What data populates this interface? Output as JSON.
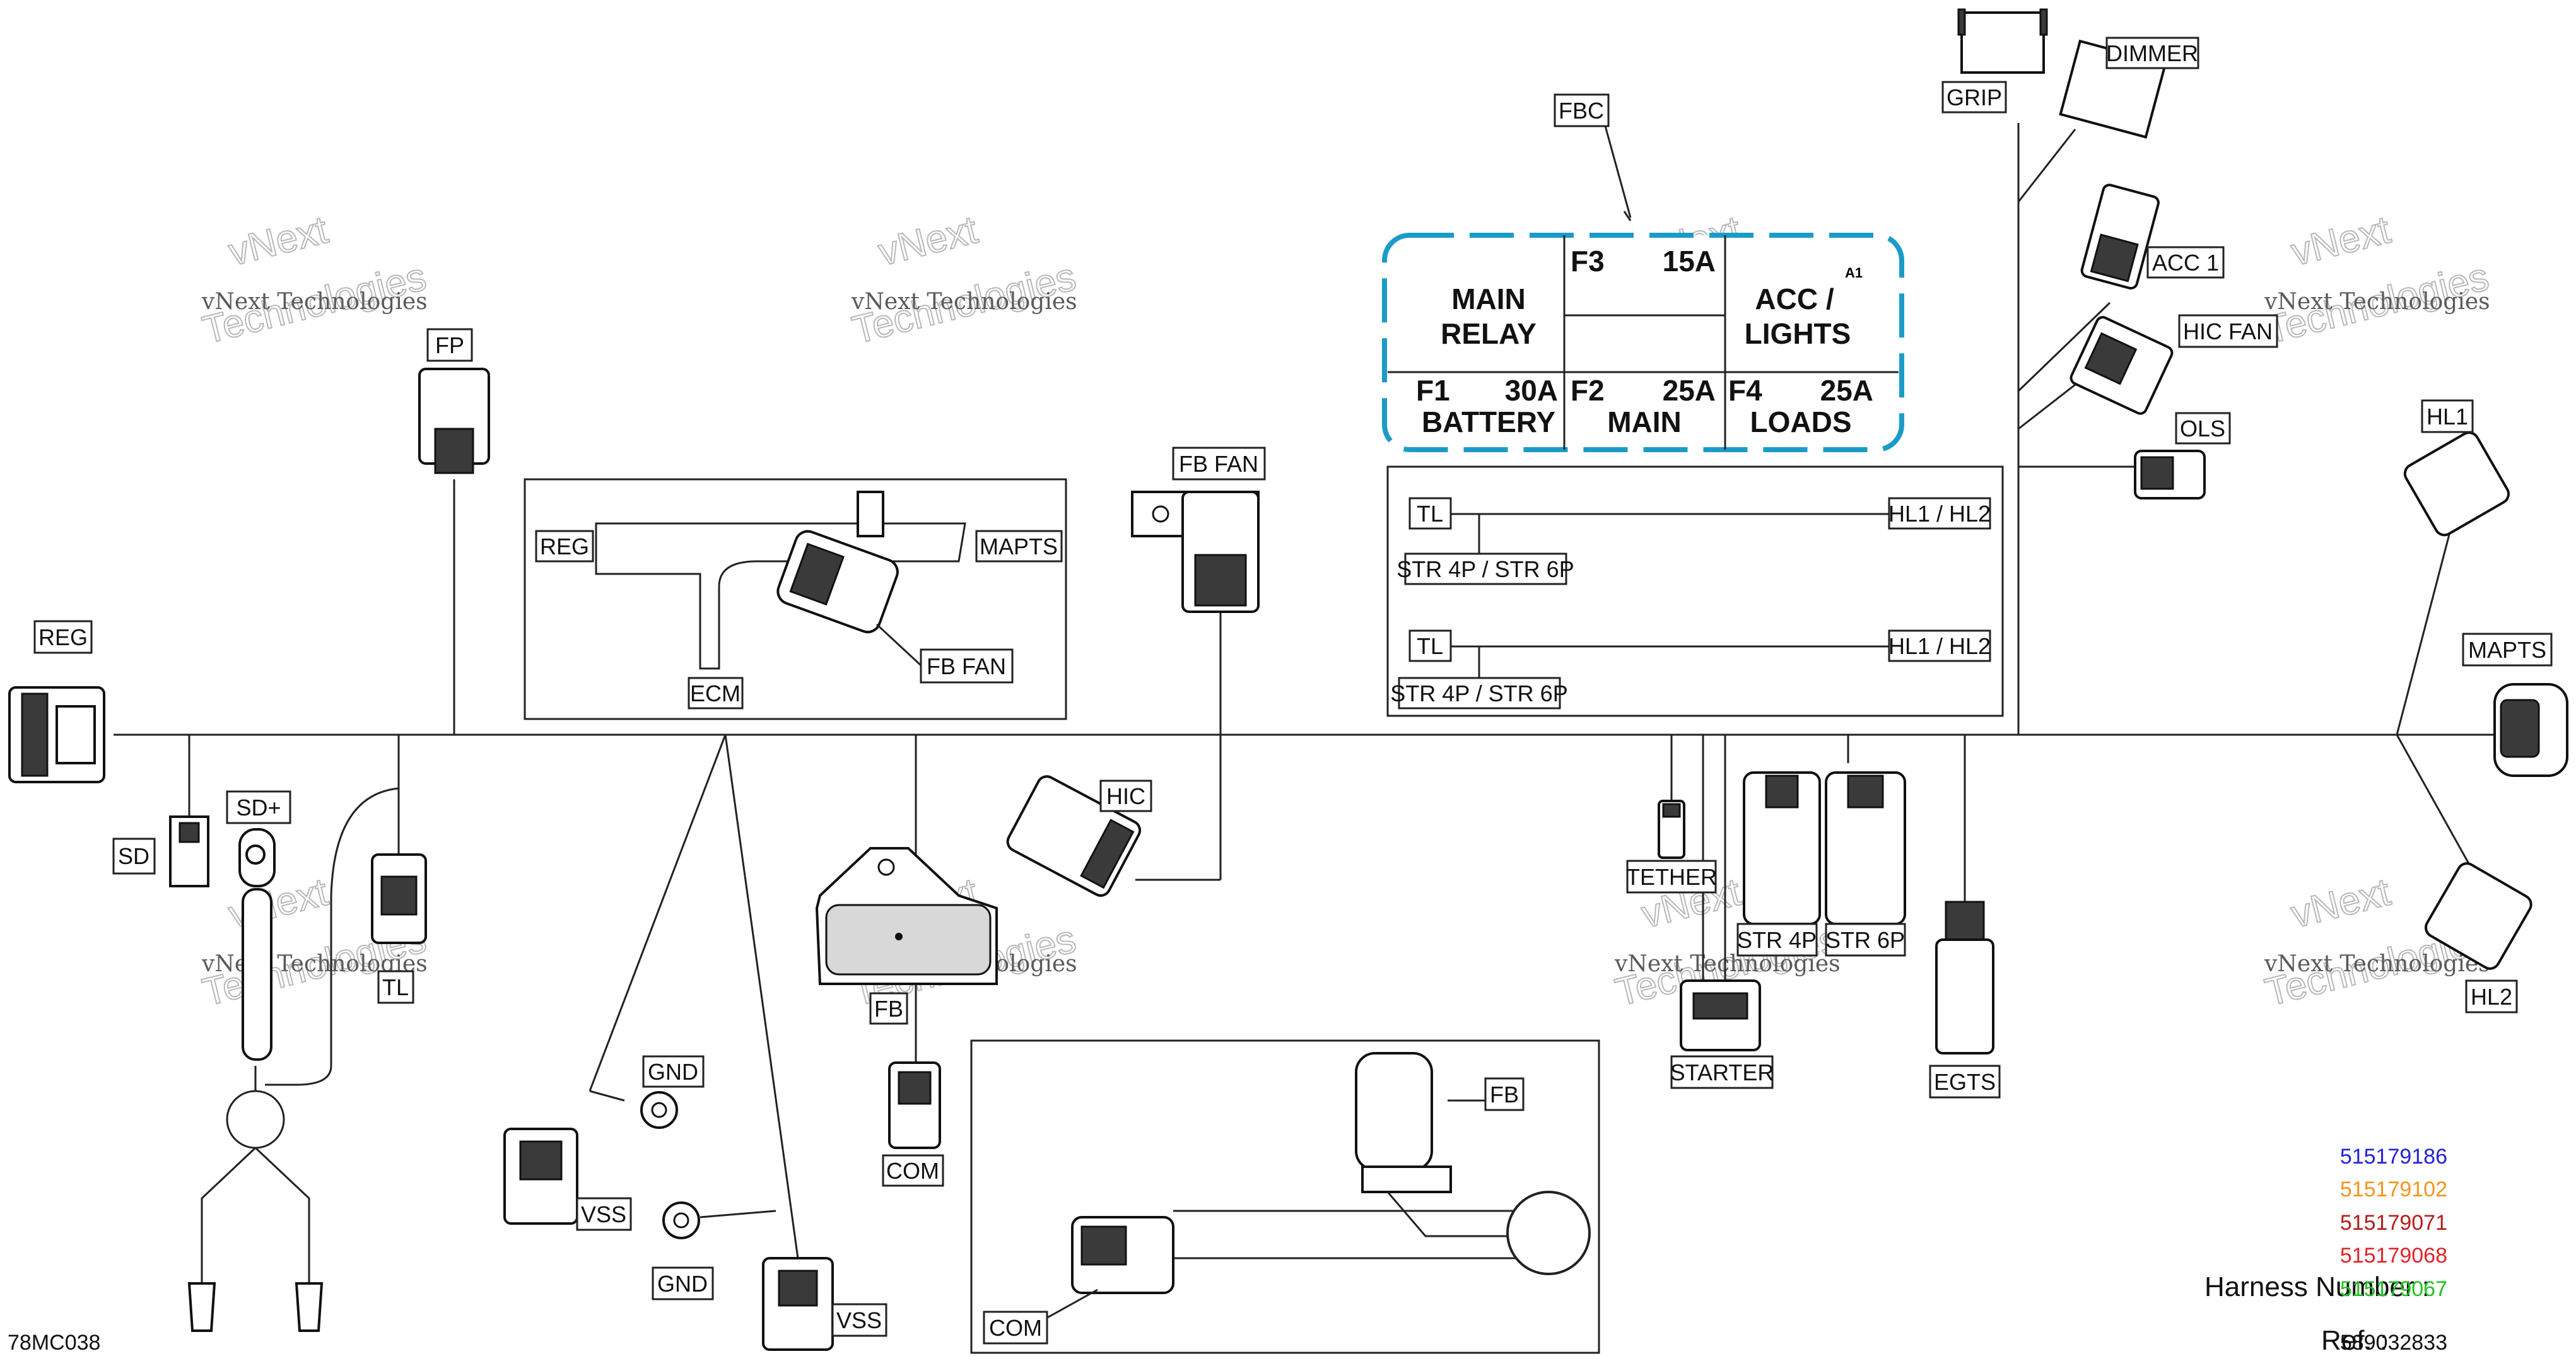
{
  "diagram_code": "78MC038",
  "labels": {
    "fp": "FP",
    "reg_left": "REG",
    "sd": "SD",
    "sd_plus": "SD+",
    "tl_left": "TL",
    "reg_inset": "REG",
    "mapts_inset": "MAPTS",
    "ecm": "ECM",
    "fb_fan_inset": "FB FAN",
    "fb_fan": "FB FAN",
    "hic": "HIC",
    "fb": "FB",
    "com": "COM",
    "gnd1": "GND",
    "vss1": "VSS",
    "gnd2": "GND",
    "vss2": "VSS",
    "fb_inset2": "FB",
    "com_inset2": "COM",
    "fbc": "FBC",
    "tether": "TETHER",
    "str4p": "STR 4P",
    "str6p": "STR 6P",
    "starter": "STARTER",
    "egts": "EGTS",
    "grip": "GRIP",
    "dimmer": "DIMMER",
    "acc1": "ACC 1",
    "hic_fan": "HIC FAN",
    "ols": "OLS",
    "hl1": "HL1",
    "mapts": "MAPTS",
    "hl2": "HL2",
    "tl_a": "TL",
    "hl_a": "HL1 / HL2",
    "str_a": "STR 4P / STR 6P",
    "tl_b": "TL",
    "hl_b": "HL1 / HL2",
    "str_b": "STR 4P / STR 6P"
  },
  "fuse_box": {
    "main_relay_l1": "MAIN",
    "main_relay_l2": "RELAY",
    "f3": "F3",
    "f3_amp": "15A",
    "acc_l1": "ACC /",
    "acc_l2": "LIGHTS",
    "a1": "A1",
    "f1": "F1",
    "f1_amp": "30A",
    "f1_name": "BATTERY",
    "f2": "F2",
    "f2_amp": "25A",
    "f2_name": "MAIN",
    "f4": "F4",
    "f4_amp": "25A",
    "f4_name": "LOADS"
  },
  "watermark": {
    "line1": "vNext Technologies",
    "line2": "vNext",
    "line3": "Technologies"
  },
  "harness": {
    "title": "Harness Number :",
    "numbers": [
      {
        "value": "515179186",
        "color": "#2323d6"
      },
      {
        "value": "515179102",
        "color": "#f0961e"
      },
      {
        "value": "515179071",
        "color": "#b81c1c"
      },
      {
        "value": "515179068",
        "color": "#e0262a"
      },
      {
        "value": "515179067",
        "color": "#22c322"
      }
    ],
    "ref_label": "Ref. :",
    "ref_value": "589032833"
  },
  "colors": {
    "fuse_box_border": "#1b9bc8"
  }
}
